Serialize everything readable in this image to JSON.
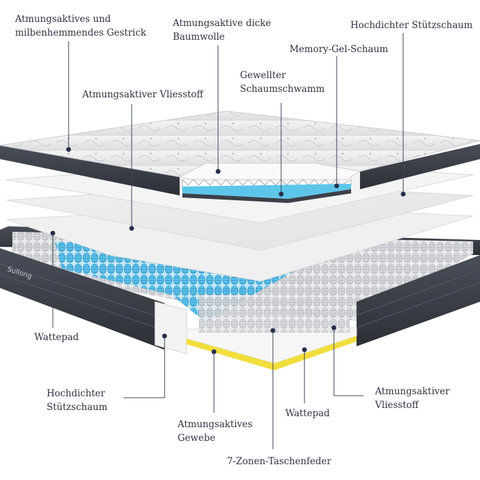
{
  "labels": {
    "top_left_1": "Atmungsaktives und",
    "top_left_2": "milbenhemmendes Gestrick",
    "cotton_1": "Atmungsaktive dicke",
    "cotton_2": "Baumwolle",
    "high_density_top": "Hochdichter Stützschaum",
    "memory_gel": "Memory-Gel-Schaum",
    "wave_1": "Gewellter",
    "wave_2": "Schaumschwamm",
    "fleece_top": "Atmungsaktiver Vliesstoff",
    "wattepad_left": "Wattepad",
    "high_density_bottom_1": "Hochdichter",
    "high_density_bottom_2": "Stützschaum",
    "fabric_1": "Atmungsaktives",
    "fabric_2": "Gewebe",
    "wattepad_bottom": "Wattepad",
    "fleece_bottom_1": "Atmungsaktiver",
    "fleece_bottom_2": "Vliesstoff",
    "springs": "7-Zonen-Taschenfeder"
  },
  "brand_text": "Sullong",
  "colors": {
    "label_text": "#2d3342",
    "leader_line": "#3a4258",
    "dot": "#27314d",
    "border_fabric": "#3b3f48",
    "gel_blue": "#5cc6ea",
    "spring_blue": "#3ab2e4",
    "yellow_fabric": "#f1de3c"
  }
}
